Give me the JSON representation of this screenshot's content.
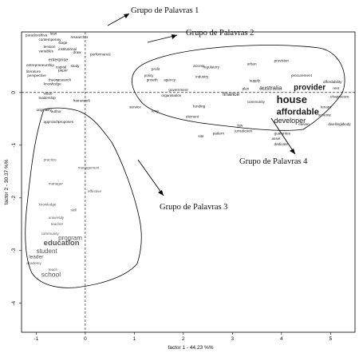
{
  "chart_data": {
    "type": "scatter",
    "title": "",
    "xlabel": "factor 1 - 44.23 %%",
    "ylabel": "factor 2 - 30.37 %%",
    "xlim": [
      -1.3,
      5.5
    ],
    "ylim": [
      -4.55,
      1.15
    ],
    "x_ticks": [
      "-1",
      "0",
      "1",
      "2",
      "3",
      "4",
      "5"
    ],
    "y_ticks": [
      "0",
      "-1",
      "-2",
      "-3",
      "-4"
    ],
    "grid": false,
    "reference_lines": {
      "x": 0,
      "y": 0
    },
    "annotations": [
      {
        "text": "Grupo de Palavras 1"
      },
      {
        "text": "Grupo de Palavras 2"
      },
      {
        "text": "Grupo de Palavras 3"
      },
      {
        "text": "Grupo de Palavras 4"
      }
    ],
    "series": [
      {
        "group": 1,
        "points": [
          {
            "label": "paradox",
            "x": -1.22,
            "y": 1.07
          },
          {
            "label": "shiva",
            "x": -0.95,
            "y": 1.07
          },
          {
            "label": "lean",
            "x": -0.72,
            "y": 1.1
          },
          {
            "label": "researcher",
            "x": -0.3,
            "y": 1.03
          },
          {
            "label": "contemporary",
            "x": -0.95,
            "y": 0.98
          },
          {
            "label": "stage",
            "x": -0.55,
            "y": 0.92
          },
          {
            "label": "tension",
            "x": -0.85,
            "y": 0.85
          },
          {
            "label": "institutional",
            "x": -0.55,
            "y": 0.8
          },
          {
            "label": "variables",
            "x": -0.95,
            "y": 0.76
          },
          {
            "label": "draw",
            "x": -0.25,
            "y": 0.74
          },
          {
            "label": "performance",
            "x": 0.1,
            "y": 0.7
          },
          {
            "label": "enterprise",
            "x": -0.75,
            "y": 0.6
          },
          {
            "label": "entrepreneurship",
            "x": -1.2,
            "y": 0.5
          },
          {
            "label": "capital",
            "x": -0.6,
            "y": 0.46
          },
          {
            "label": "literature",
            "x": -1.2,
            "y": 0.38
          },
          {
            "label": "paper",
            "x": -0.55,
            "y": 0.4
          },
          {
            "label": "perspective",
            "x": -1.18,
            "y": 0.3
          },
          {
            "label": "theory",
            "x": -0.75,
            "y": 0.22
          },
          {
            "label": "research",
            "x": -0.58,
            "y": 0.22
          },
          {
            "label": "study",
            "x": -0.3,
            "y": 0.48
          },
          {
            "label": "knowledge",
            "x": -0.85,
            "y": 0.14
          },
          {
            "label": "value",
            "x": -0.85,
            "y": -0.04
          },
          {
            "label": "leadership",
            "x": -0.95,
            "y": -0.12
          },
          {
            "label": "originality",
            "x": -1.0,
            "y": -0.35
          },
          {
            "label": "author",
            "x": -0.7,
            "y": -0.38
          },
          {
            "label": "framework",
            "x": -0.25,
            "y": -0.18
          },
          {
            "label": "approach",
            "x": -0.85,
            "y": -0.58
          },
          {
            "label": "proposes",
            "x": -0.55,
            "y": -0.58
          }
        ]
      },
      {
        "group": 2,
        "points": [
          {
            "label": "profit",
            "x": 1.35,
            "y": 0.42
          },
          {
            "label": "policy",
            "x": 1.2,
            "y": 0.3
          },
          {
            "label": "growth",
            "x": 1.25,
            "y": 0.22
          },
          {
            "label": "agency",
            "x": 1.6,
            "y": 0.22
          },
          {
            "label": "government",
            "x": 1.7,
            "y": 0.03
          },
          {
            "label": "organisation",
            "x": 1.55,
            "y": -0.08
          },
          {
            "label": "service",
            "x": 0.9,
            "y": -0.3
          },
          {
            "label": "long",
            "x": 1.35,
            "y": -0.37
          },
          {
            "label": "access",
            "x": 2.2,
            "y": 0.48
          },
          {
            "label": "regulatory",
            "x": 2.4,
            "y": 0.46
          },
          {
            "label": "industry",
            "x": 2.25,
            "y": 0.28
          },
          {
            "label": "finance",
            "x": 2.8,
            "y": -0.06
          },
          {
            "label": "funding",
            "x": 2.2,
            "y": -0.28
          },
          {
            "label": "element",
            "x": 2.05,
            "y": -0.48
          },
          {
            "label": "site",
            "x": 2.3,
            "y": -0.85
          },
          {
            "label": "pattern",
            "x": 2.6,
            "y": -0.8
          }
        ]
      },
      {
        "group": 3,
        "points": [
          {
            "label": "education",
            "x": -0.85,
            "y": -2.9
          },
          {
            "label": "student",
            "x": -1.0,
            "y": -3.05
          },
          {
            "label": "program",
            "x": -0.55,
            "y": -2.8
          },
          {
            "label": "teacher",
            "x": -0.7,
            "y": -2.52
          },
          {
            "label": "university",
            "x": -0.75,
            "y": -2.4
          },
          {
            "label": "school",
            "x": -0.9,
            "y": -3.5
          },
          {
            "label": "teach",
            "x": -0.75,
            "y": -3.38
          },
          {
            "label": "leader",
            "x": -1.15,
            "y": -3.15
          },
          {
            "label": "academy",
            "x": -1.2,
            "y": -3.26
          },
          {
            "label": "community",
            "x": -0.9,
            "y": -2.7
          },
          {
            "label": "management",
            "x": -0.15,
            "y": -1.45
          },
          {
            "label": "effective",
            "x": 0.05,
            "y": -1.9
          },
          {
            "label": "knowledge",
            "x": -0.95,
            "y": -2.15
          },
          {
            "label": "skill",
            "x": -0.3,
            "y": -2.25
          },
          {
            "label": "practice",
            "x": -0.85,
            "y": -1.3
          },
          {
            "label": "manager",
            "x": -0.75,
            "y": -1.75
          }
        ]
      },
      {
        "group": 4,
        "points": [
          {
            "label": "house",
            "x": 3.9,
            "y": -0.2
          },
          {
            "label": "affordable",
            "x": 3.9,
            "y": -0.42
          },
          {
            "label": "provider",
            "x": 4.25,
            "y": 0.05
          },
          {
            "label": "australia",
            "x": 3.55,
            "y": 0.05
          },
          {
            "label": "developer",
            "x": 3.85,
            "y": -0.58
          },
          {
            "label": "plan",
            "x": 3.2,
            "y": 0.05
          },
          {
            "label": "community",
            "x": 3.3,
            "y": -0.2
          },
          {
            "label": "supply",
            "x": 3.35,
            "y": 0.2
          },
          {
            "label": "urban",
            "x": 3.3,
            "y": 0.52
          },
          {
            "label": "provision",
            "x": 3.85,
            "y": 0.58
          },
          {
            "label": "procurement",
            "x": 4.2,
            "y": 0.3
          },
          {
            "label": "affordability",
            "x": 4.85,
            "y": 0.18
          },
          {
            "label": "rent",
            "x": 5.05,
            "y": 0.06
          },
          {
            "label": "dwellings",
            "x": 4.95,
            "y": -0.62
          },
          {
            "label": "body",
            "x": 5.25,
            "y": -0.62
          },
          {
            "label": "guarantee",
            "x": 3.85,
            "y": -0.8
          },
          {
            "label": "asset",
            "x": 3.8,
            "y": -0.9
          },
          {
            "label": "dedicate",
            "x": 3.85,
            "y": -1.0
          },
          {
            "label": "eleven",
            "x": 4.35,
            "y": -0.62
          },
          {
            "label": "jurisdiction",
            "x": 3.05,
            "y": -0.75
          },
          {
            "label": "low",
            "x": 3.1,
            "y": -0.65
          },
          {
            "label": "scheme",
            "x": 4.75,
            "y": -0.45
          },
          {
            "label": "chaproeure",
            "x": 5.0,
            "y": -0.1
          },
          {
            "label": "tenant",
            "x": 4.8,
            "y": -0.3
          }
        ]
      }
    ]
  }
}
